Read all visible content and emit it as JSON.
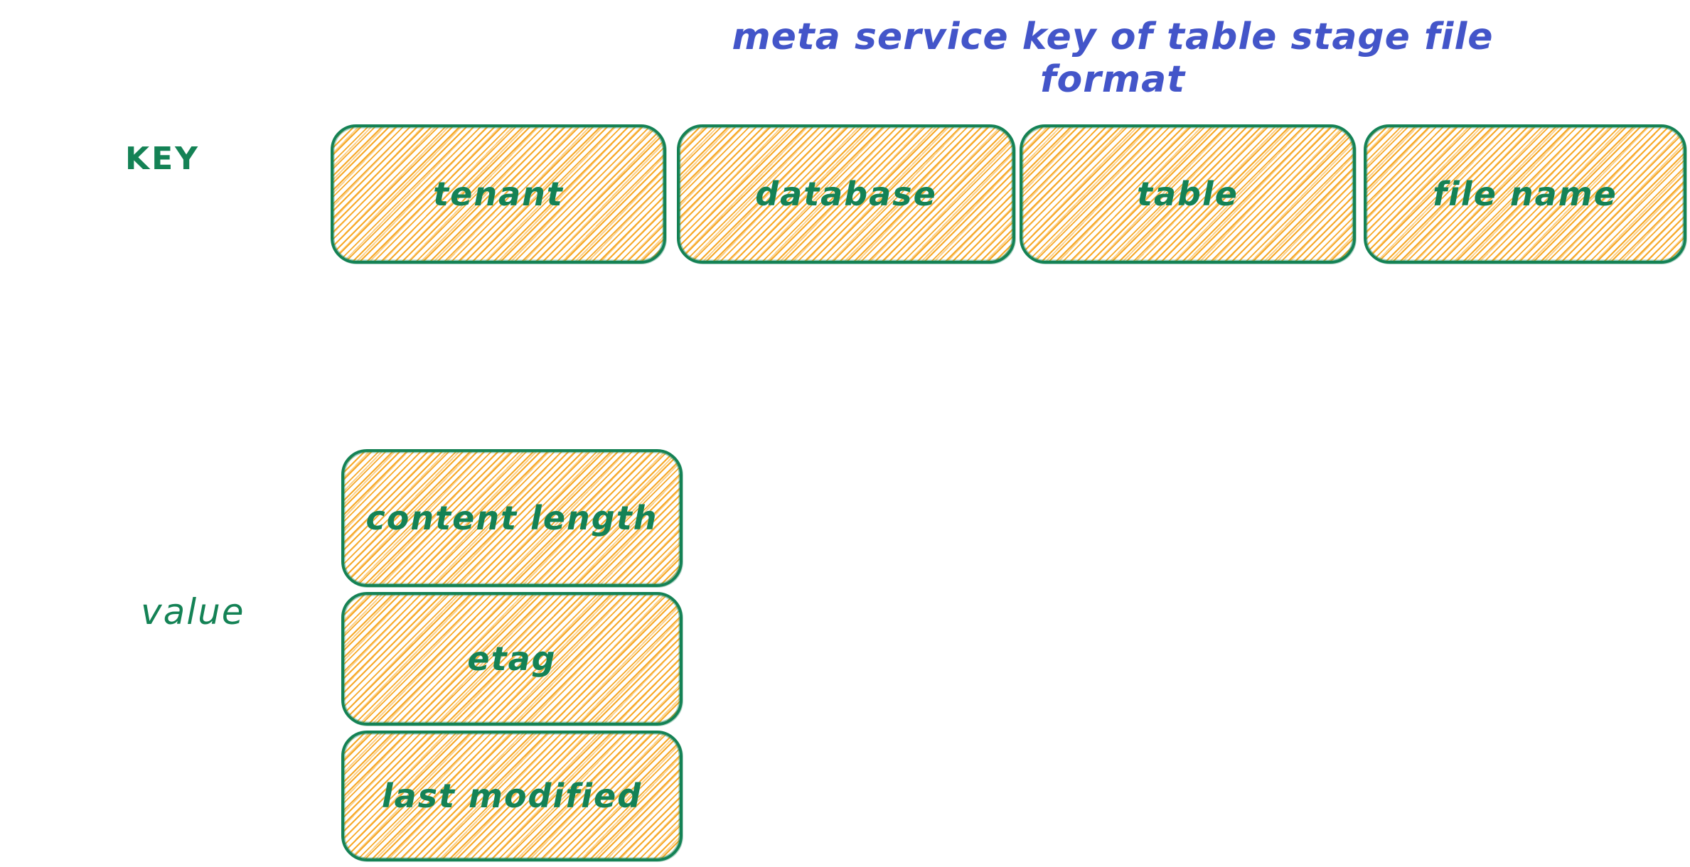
{
  "title": "meta service key of table stage file format",
  "labels": {
    "key": "KEY",
    "value": "value"
  },
  "key_boxes": [
    "tenant",
    "database",
    "table",
    "file name"
  ],
  "value_boxes": [
    "content length",
    "etag",
    "last modified"
  ],
  "colors": {
    "title_blue": "#4355c9",
    "stroke_green": "#148255",
    "hachure_orange": "#f7a928",
    "background": "#ffffff"
  }
}
